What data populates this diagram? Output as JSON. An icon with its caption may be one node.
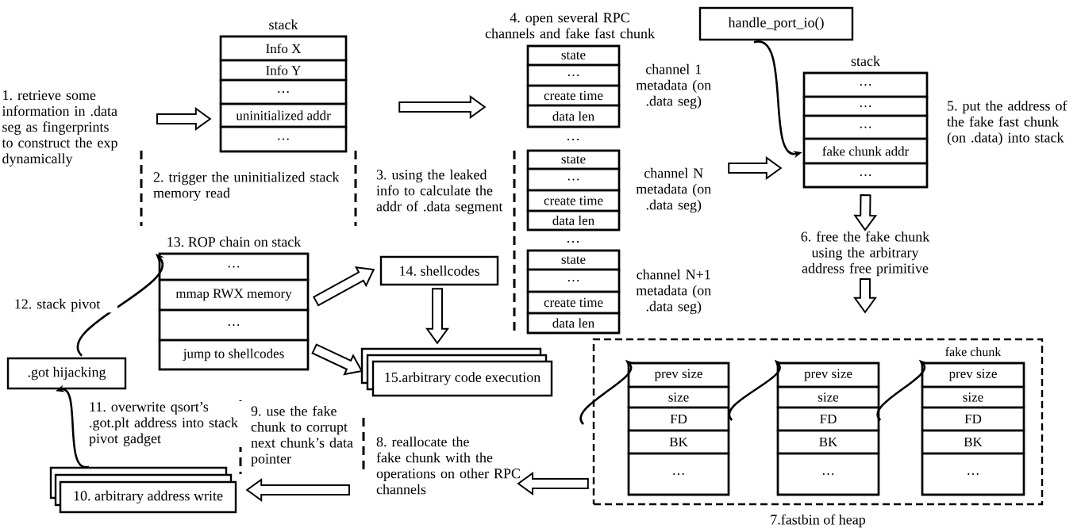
{
  "diagram": {
    "nodes": [
      {
        "text": [
          "stack"
        ]
      },
      {
        "text": [
          "Info X"
        ],
        "in": 0
      },
      {
        "text": [
          "Info Y"
        ],
        "in": 0
      },
      {
        "text": [
          "…"
        ],
        "in": 0
      },
      {
        "text": [
          "uninitialized addr"
        ],
        "in": 0
      },
      {
        "text": [
          "…"
        ],
        "in": 0
      },
      {
        "text": [
          "channel 1 metadata (on .data seg)"
        ]
      },
      {
        "text": [
          "state"
        ],
        "in": 6
      },
      {
        "text": [
          "…"
        ],
        "in": 6
      },
      {
        "text": [
          "create time"
        ],
        "in": 6
      },
      {
        "text": [
          "data len"
        ],
        "in": 6
      },
      {
        "text": [
          "channel N metadata (on .data seg)"
        ]
      },
      {
        "text": [
          "state"
        ],
        "in": 11
      },
      {
        "text": [
          "…"
        ],
        "in": 11
      },
      {
        "text": [
          "create time"
        ],
        "in": 11
      },
      {
        "text": [
          "data len"
        ],
        "in": 11
      },
      {
        "text": [
          "channel N+1 metadata (on .data seg)"
        ]
      },
      {
        "text": [
          "state"
        ],
        "in": 16
      },
      {
        "text": [
          "…"
        ],
        "in": 16
      },
      {
        "text": [
          "create time"
        ],
        "in": 16
      },
      {
        "text": [
          "data len"
        ],
        "in": 16
      },
      {
        "text": [
          "handle_port_io()"
        ]
      },
      {
        "text": [
          "stack"
        ]
      },
      {
        "text": [
          "…"
        ],
        "in": 22
      },
      {
        "text": [
          "…"
        ],
        "in": 22
      },
      {
        "text": [
          "…"
        ],
        "in": 22
      },
      {
        "text": [
          "fake chunk addr"
        ],
        "in": 22
      },
      {
        "text": [
          "…"
        ],
        "in": 22
      },
      {
        "text": [
          "7.fastbin of heap"
        ]
      },
      {
        "text": [],
        "shape": "box",
        "in": 28
      },
      {
        "text": [
          "prev size"
        ],
        "in": 29
      },
      {
        "text": [
          "size"
        ],
        "in": 29
      },
      {
        "text": [
          "FD"
        ],
        "in": 29
      },
      {
        "text": [
          "BK"
        ],
        "in": 29
      },
      {
        "text": [
          "…"
        ],
        "in": 29
      },
      {
        "text": [],
        "shape": "box",
        "in": 28
      },
      {
        "text": [
          "prev size"
        ],
        "in": 35
      },
      {
        "text": [
          "size"
        ],
        "in": 35
      },
      {
        "text": [
          "FD"
        ],
        "in": 35
      },
      {
        "text": [
          "BK"
        ],
        "in": 35
      },
      {
        "text": [
          "…"
        ],
        "in": 35
      },
      {
        "text": [
          "fake chunk"
        ],
        "in": 28
      },
      {
        "text": [
          "prev size"
        ],
        "in": 41
      },
      {
        "text": [
          "size"
        ],
        "in": 41
      },
      {
        "text": [
          "FD"
        ],
        "in": 41
      },
      {
        "text": [
          "BK"
        ],
        "in": 41
      },
      {
        "text": [
          "…"
        ],
        "in": 41
      },
      {
        "text": [
          "13. ROP chain on stack"
        ]
      },
      {
        "text": [
          "…"
        ],
        "in": 47
      },
      {
        "text": [
          "mmap RWX memory"
        ],
        "in": 47
      },
      {
        "text": [
          "…"
        ],
        "in": 47
      },
      {
        "text": [
          "jump to shellcodes"
        ],
        "in": 47
      },
      {
        "text": [
          "14. shellcodes"
        ]
      },
      {
        "text": [
          "15.arbitrary code execution"
        ]
      },
      {
        "text": [
          ".got hijacking"
        ]
      },
      {
        "text": [
          "10. arbitrary address write"
        ]
      },
      {
        "text": [
          "1. retrieve some information in .data seg as fingerprints to construct the exp dynamically"
        ]
      },
      {
        "text": [
          "8. reallocate the fake chunk with the operations on other RPC channels"
        ]
      },
      {
        "text": [
          "6. free the fake chunk using the arbitrary address free primitive"
        ]
      }
    ],
    "edges": [
      {
        "from": 56,
        "to": 0,
        "arrow": "to"
      },
      {
        "from": 0,
        "to": 6,
        "arrow": "to"
      },
      {
        "from": 11,
        "to": 22,
        "arrow": "to"
      },
      {
        "from": 21,
        "to": 26,
        "arrow": "to"
      },
      {
        "from": 22,
        "to": 58,
        "arrow": "to"
      },
      {
        "from": 58,
        "to": 28,
        "arrow": "to"
      },
      {
        "from": 28,
        "to": 57,
        "arrow": "to"
      },
      {
        "from": 57,
        "to": 55,
        "arrow": "to"
      },
      {
        "from": 55,
        "to": 54,
        "arrow": "to",
        "label": "11. overwrite qsort’s .got.plt address into stack pivot gadget"
      },
      {
        "from": 54,
        "to": 47,
        "arrow": "to",
        "label": "12. stack pivot"
      },
      {
        "from": 49,
        "to": 52,
        "arrow": "to"
      },
      {
        "from": 51,
        "to": 53,
        "arrow": "to"
      },
      {
        "from": 52,
        "to": 53,
        "arrow": "to"
      },
      {
        "from": null,
        "to": 29,
        "arrow": "to"
      },
      {
        "from": 32,
        "to": 35,
        "arrow": "to"
      },
      {
        "from": 38,
        "to": 41,
        "arrow": "to"
      }
    ],
    "labels": [
      "4. open several RPC channels and fake fast chunk",
      "5. put the address of the fake fast chunk (on .data) into stack",
      "2. trigger the uninitialized stack memory read",
      "3. using the leaked info to calculate the addr of .data segment",
      "…",
      "…",
      "9. use the fake chunk to corrupt next chunk’s data pointer"
    ]
  }
}
